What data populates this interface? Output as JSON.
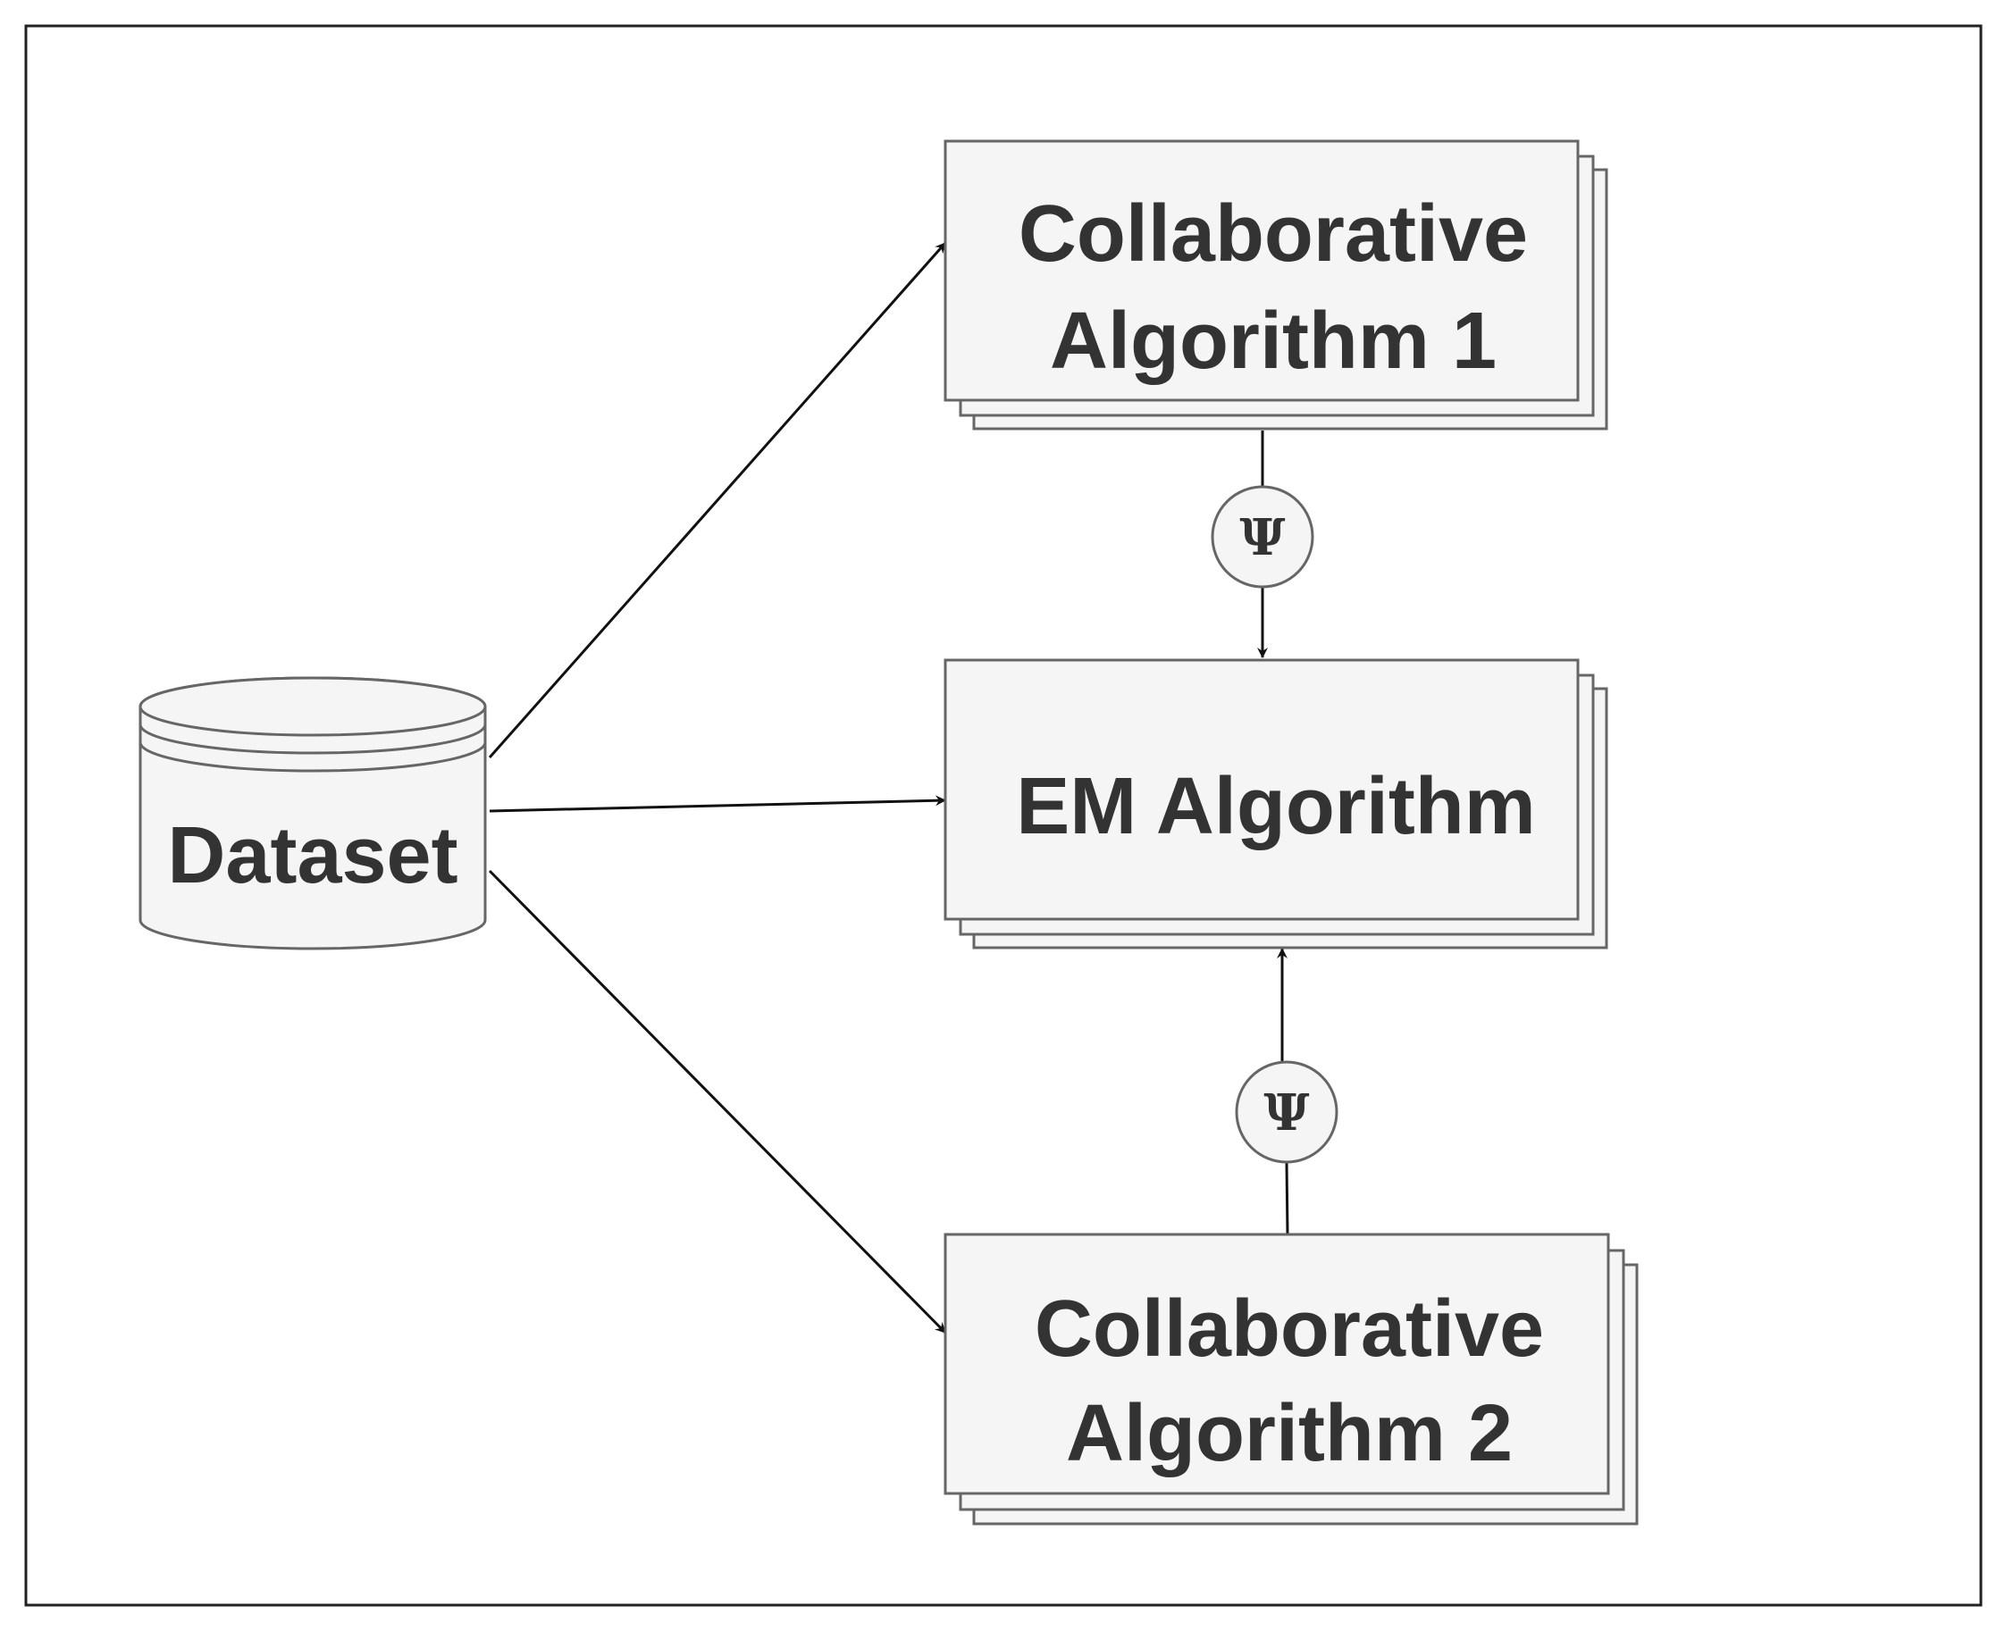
{
  "diagram": {
    "dataset_label": "Dataset",
    "collab1_line1": "Collaborative",
    "collab1_line2": "Algorithm 1",
    "em_label": "EM Algorithm",
    "collab2_line1": "Collaborative",
    "collab2_line2": "Algorithm 2",
    "psi_top": "Ψ",
    "psi_bottom": "Ψ"
  },
  "colors": {
    "box_fill": "#f5f5f5",
    "box_stroke": "#666666",
    "text": "#333333",
    "edge": "#111111"
  }
}
